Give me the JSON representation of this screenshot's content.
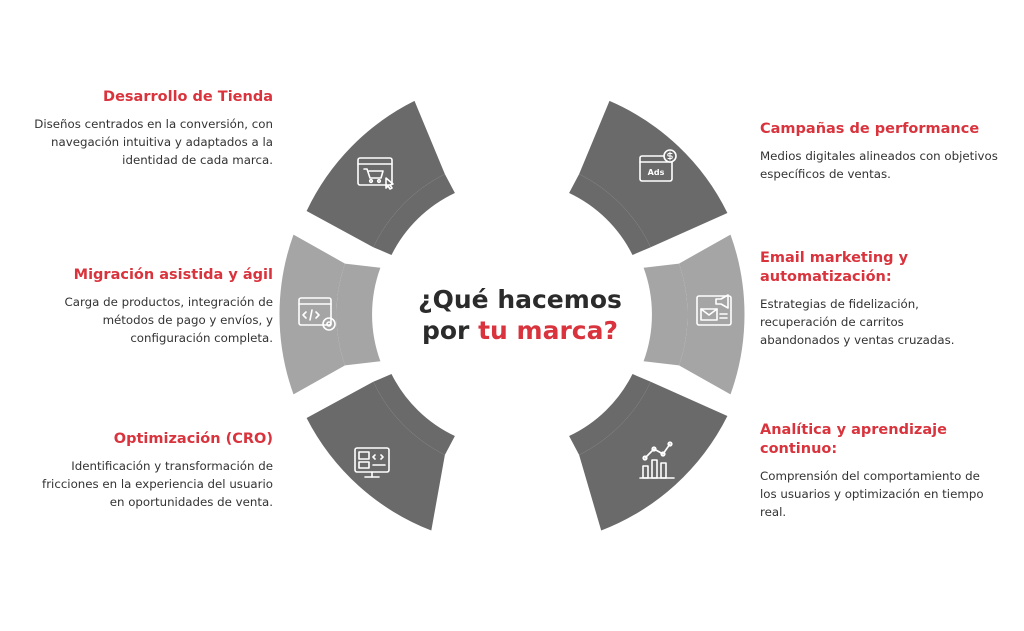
{
  "center": {
    "line1": "¿Qué hacemos",
    "line2_prefix": "por ",
    "line2_accent": "tu marca?"
  },
  "colors": {
    "accent": "#d9343d",
    "dark_segment": "#6a6a6a",
    "light_segment": "#a5a5a5",
    "text": "#333333"
  },
  "services": [
    {
      "id": "desarrollo",
      "side": "left",
      "title": "Desarrollo de Tienda",
      "description": "Diseños centrados en la conversión, con navegación intuitiva y adaptados a la identidad de cada marca.",
      "icon": "shopping-cart-browser-icon"
    },
    {
      "id": "migracion",
      "side": "left",
      "title": "Migración asistida y ágil",
      "description": "Carga de productos, integración de métodos de pago y envíos, y configuración completa.",
      "icon": "code-gear-browser-icon"
    },
    {
      "id": "optimizacion",
      "side": "left",
      "title": "Optimización (CRO)",
      "description": "Identificación y transformación de fricciones en la experiencia del usuario en oportunidades de venta.",
      "icon": "monitor-layout-code-icon"
    },
    {
      "id": "campanas",
      "side": "right",
      "title": "Campañas de performance",
      "description": "Medios digitales alineados con objetivos específicos de ventas.",
      "icon": "ads-dollar-icon",
      "icon_text": "Ads"
    },
    {
      "id": "email",
      "side": "right",
      "title": "Email marketing y automatización:",
      "description": "Estrategias de fidelización, recuperación de carritos abandonados y ventas cruzadas.",
      "icon": "email-megaphone-icon"
    },
    {
      "id": "analitica",
      "side": "right",
      "title": "Analítica y aprendizaje continuo:",
      "description": "Comprensión del comportamiento de los usuarios y optimización en tiempo real.",
      "icon": "bar-line-chart-icon"
    }
  ]
}
